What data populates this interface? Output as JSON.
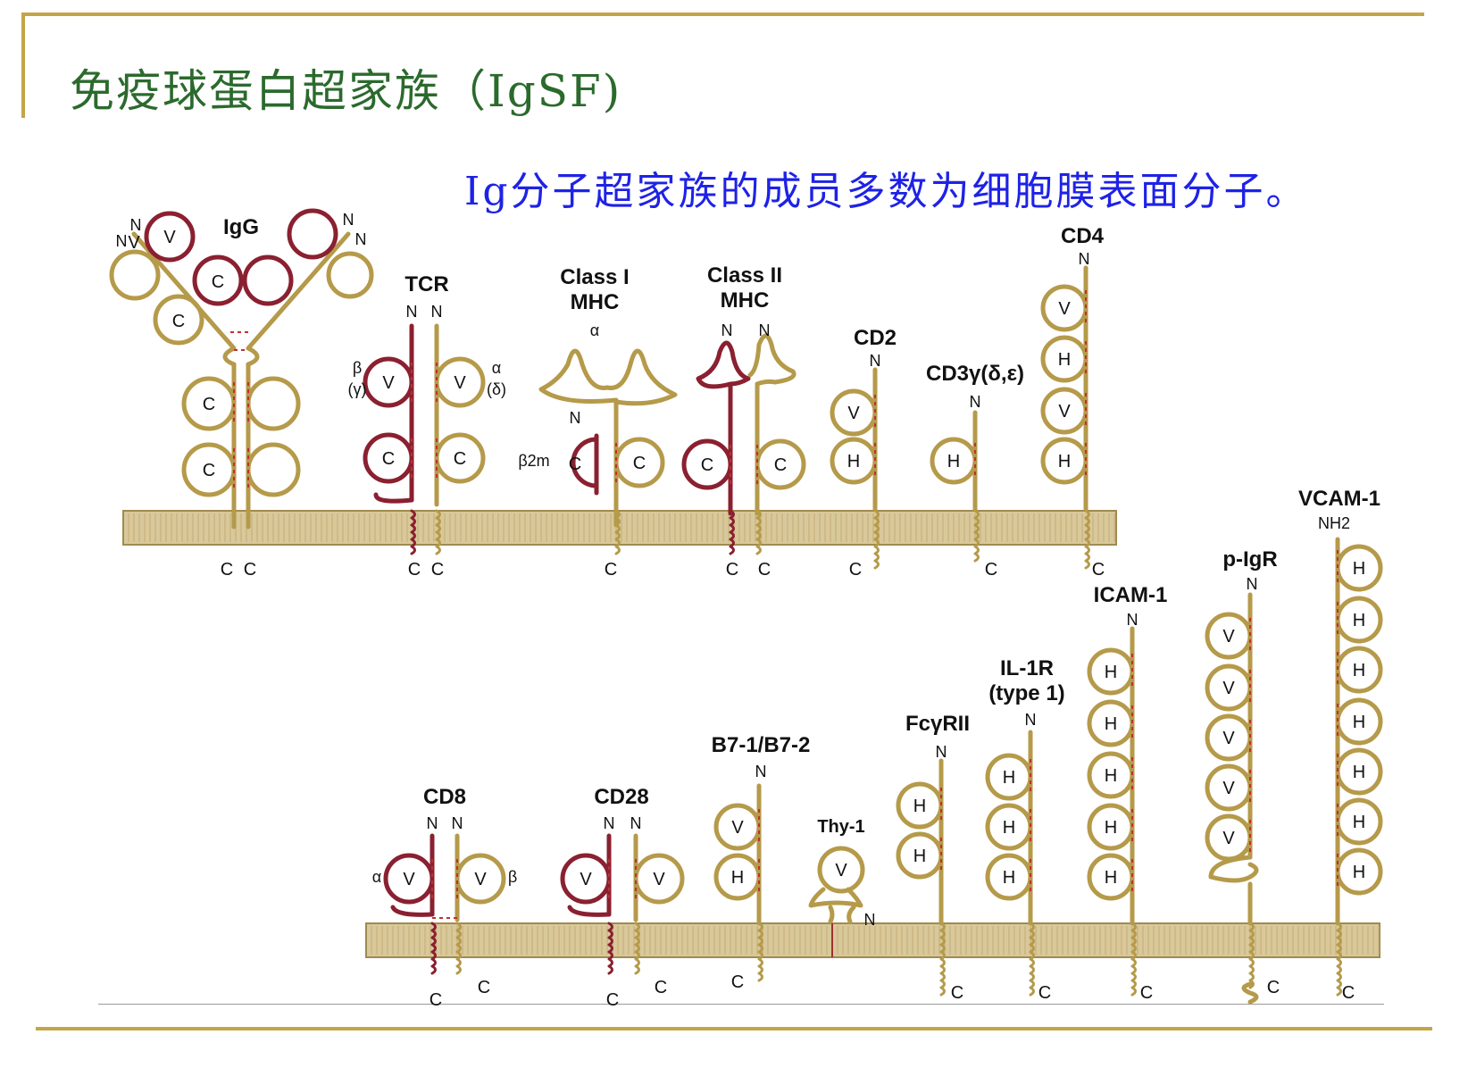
{
  "title": "免疫球蛋白超家族（IgSF)",
  "subtitle": "Ig分子超家族的成员多数为细胞膜表面分子。",
  "colors": {
    "frame": "#c4a548",
    "title": "#2b6a2d",
    "subtitle": "#1e22e6",
    "strand_a": "#8a2030",
    "strand_b": "#b59a4a",
    "membrane": "#d8c89a"
  },
  "molecules": {
    "igg": {
      "name": "IgG",
      "n": "N",
      "c": "C",
      "v": "V",
      "cd": "C"
    },
    "tcr": {
      "name": "TCR",
      "n": "N",
      "c": "C",
      "v": "V",
      "cd": "C",
      "beta": "β",
      "gamma": "(γ)",
      "alpha": "α",
      "delta": "(δ)"
    },
    "mhc1": {
      "name1": "Class I",
      "name2": "MHC",
      "alpha": "α",
      "n": "N",
      "c": "C",
      "cd": "C",
      "b2m": "β2m"
    },
    "mhc2": {
      "name1": "Class II",
      "name2": "MHC",
      "n": "N",
      "c": "C",
      "cd": "C"
    },
    "cd2": {
      "name": "CD2",
      "n": "N",
      "c": "C",
      "v": "V",
      "h": "H"
    },
    "cd3": {
      "name": "CD3γ(δ,ε)",
      "n": "N",
      "c": "C",
      "h": "H"
    },
    "cd4": {
      "name": "CD4",
      "n": "N",
      "c": "C",
      "v": "V",
      "h": "H"
    },
    "cd8": {
      "name": "CD8",
      "n": "N",
      "c": "C",
      "v": "V",
      "alpha": "α",
      "beta": "β"
    },
    "cd28": {
      "name": "CD28",
      "n": "N",
      "c": "C",
      "v": "V"
    },
    "b7": {
      "name": "B7-1/B7-2",
      "n": "N",
      "c": "C",
      "v": "V",
      "h": "H"
    },
    "thy1": {
      "name": "Thy-1",
      "n": "N",
      "v": "V"
    },
    "fcgr": {
      "name": "FcγRII",
      "n": "N",
      "c": "C",
      "h": "H"
    },
    "il1r": {
      "name1": "IL-1R",
      "name2": "(type 1)",
      "n": "N",
      "c": "C",
      "h": "H"
    },
    "icam": {
      "name": "ICAM-1",
      "n": "N",
      "c": "C",
      "h": "H"
    },
    "pigr": {
      "name": "p-IgR",
      "n": "N",
      "c": "C",
      "v": "V"
    },
    "vcam": {
      "name": "VCAM-1",
      "n": "NH2",
      "c": "C",
      "h": "H"
    }
  }
}
